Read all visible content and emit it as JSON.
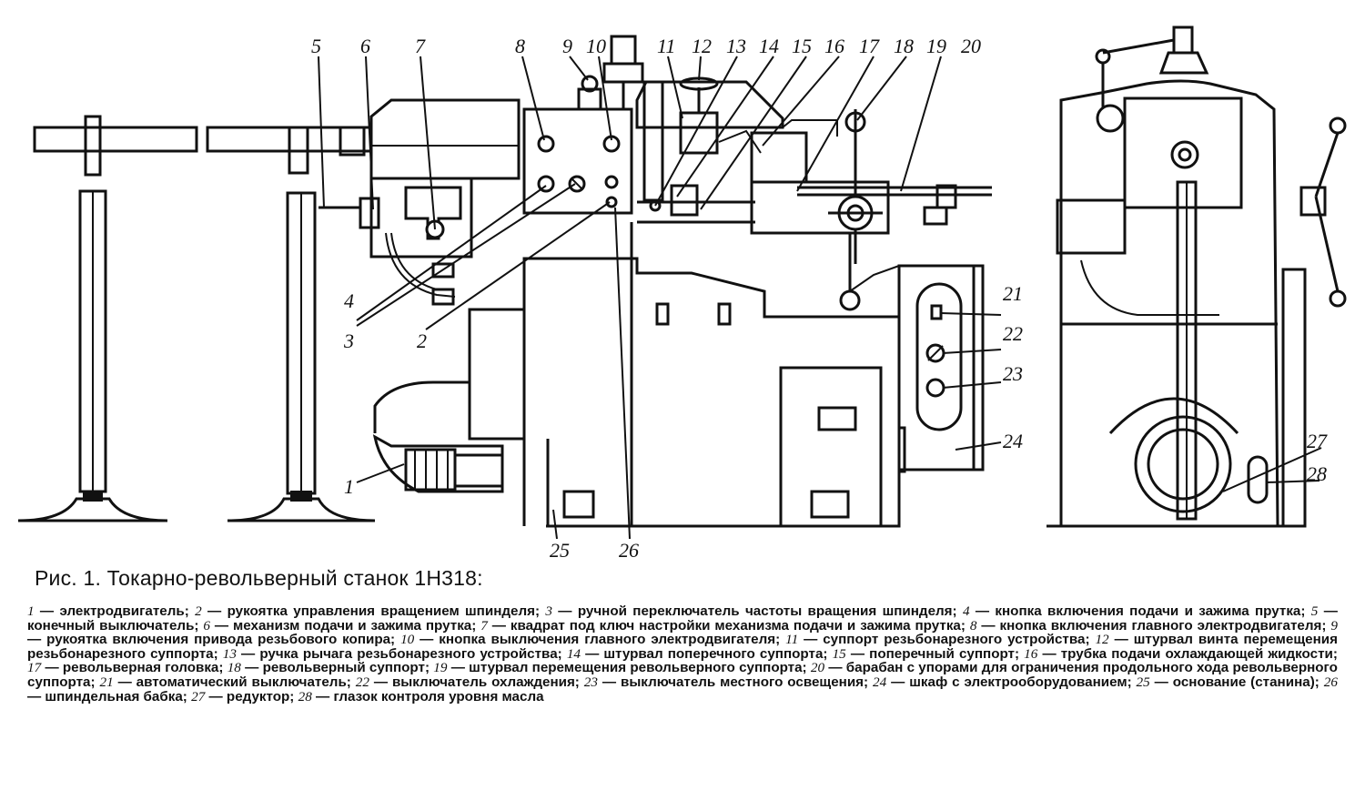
{
  "figure": {
    "callouts": [
      "1",
      "2",
      "3",
      "4",
      "5",
      "6",
      "7",
      "8",
      "9",
      "10",
      "11",
      "12",
      "13",
      "14",
      "15",
      "16",
      "17",
      "18",
      "19",
      "20",
      "21",
      "22",
      "23",
      "24",
      "25",
      "26",
      "27",
      "28"
    ],
    "caption_title": "Рис. 1. Токарно-револьверный станок 1Н318:",
    "legend": [
      {
        "num": "1",
        "text": "электродвигатель;"
      },
      {
        "num": "2",
        "text": "рукоятка управления вращением шпинделя;"
      },
      {
        "num": "3",
        "text": "ручной переключатель частоты вращения шпинделя;"
      },
      {
        "num": "4",
        "text": "кнопка включения подачи и зажима прутка;"
      },
      {
        "num": "5",
        "text": "конечный выключатель;"
      },
      {
        "num": "6",
        "text": "механизм подачи и зажима прутка;"
      },
      {
        "num": "7",
        "text": "квадрат под ключ настройки механизма подачи и зажима прутка;"
      },
      {
        "num": "8",
        "text": "кнопка включения главного электродвигателя;"
      },
      {
        "num": "9",
        "text": "рукоятка включения привода резьбового копира;"
      },
      {
        "num": "10",
        "text": "кнопка выключения главного электродвигателя;"
      },
      {
        "num": "11",
        "text": "суппорт резьбонарезного устройства;"
      },
      {
        "num": "12",
        "text": "штурвал винта перемещения резьбонарезного суппорта;"
      },
      {
        "num": "13",
        "text": "ручка рычага резьбонарезного устройства;"
      },
      {
        "num": "14",
        "text": "штурвал поперечного суппорта;"
      },
      {
        "num": "15",
        "text": "поперечный суппорт;"
      },
      {
        "num": "16",
        "text": "трубка подачи охлаждающей жидкости;"
      },
      {
        "num": "17",
        "text": "револьверная головка;"
      },
      {
        "num": "18",
        "text": "револьверный суппорт;"
      },
      {
        "num": "19",
        "text": "штурвал перемещения револьверного суппорта;"
      },
      {
        "num": "20",
        "text": "барабан с упорами для ограничения продольного хода револьверного суппорта;"
      },
      {
        "num": "21",
        "text": "автоматический выключатель;"
      },
      {
        "num": "22",
        "text": "выключатель охлаждения;"
      },
      {
        "num": "23",
        "text": "выключатель местного освещения;"
      },
      {
        "num": "24",
        "text": "шкаф с электрооборудованием;"
      },
      {
        "num": "25",
        "text": "основание (станина);"
      },
      {
        "num": "26",
        "text": "шпиндельная бабка;"
      },
      {
        "num": "27",
        "text": "редуктор;"
      },
      {
        "num": "28",
        "text": "глазок контроля уровня масла"
      }
    ]
  }
}
